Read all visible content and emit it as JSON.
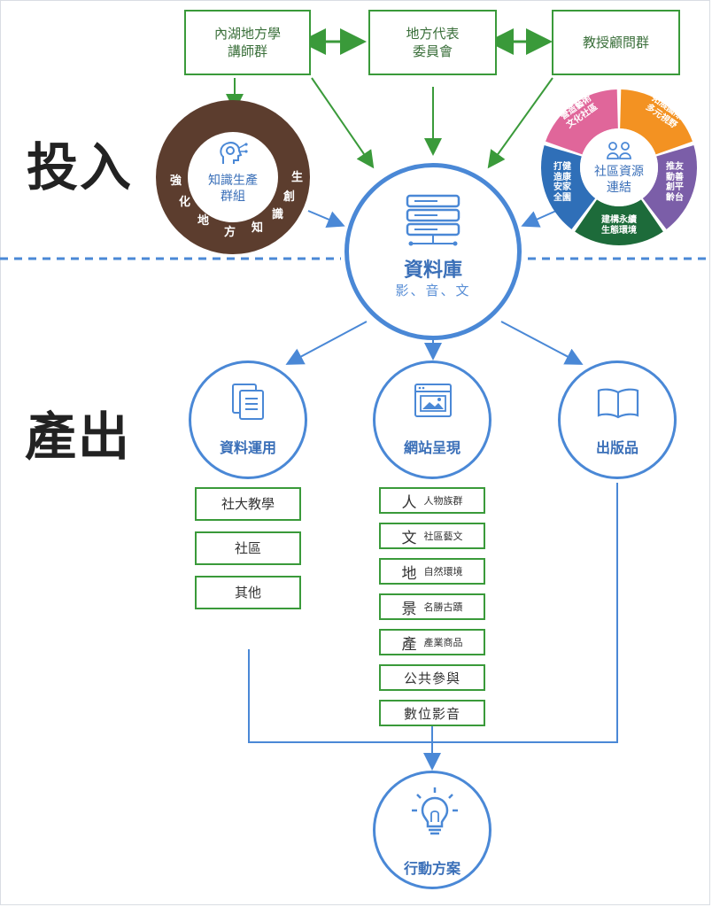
{
  "section_input": "投入",
  "section_output": "產出",
  "top_boxes": [
    {
      "label": "內湖地方學\n講師群"
    },
    {
      "label": "地方代表\n委員會"
    },
    {
      "label": "教授顧問群"
    }
  ],
  "knowledge_ring": {
    "center": "知識生產\n群組",
    "ring_chars": [
      "生",
      "創",
      "識",
      "知",
      "方",
      "地",
      "化",
      "強"
    ]
  },
  "community_ring": {
    "center": "社區資源\n連結",
    "segments": [
      {
        "label": "拓展國際\n多元視野",
        "color": "#f39222"
      },
      {
        "label": "推友\n動善\n創平\n齡台",
        "color": "#7b5ea8"
      },
      {
        "label": "建構永續\n生態環境",
        "color": "#1d6b3a"
      },
      {
        "label": "打健\n造康\n安家\n全園",
        "color": "#2f6fb8"
      },
      {
        "label": "營造藝術\n文化社區",
        "color": "#e0669a"
      }
    ]
  },
  "database": {
    "title": "資料庫",
    "subtitle": "影、音、文"
  },
  "outputs": [
    {
      "label": "資料運用"
    },
    {
      "label": "網站呈現"
    },
    {
      "label": "出版品"
    }
  ],
  "data_usage_items": [
    "社大教學",
    "社區",
    "其他"
  ],
  "website_items": [
    {
      "big": "人",
      "small": "人物族群"
    },
    {
      "big": "文",
      "small": "社區藝文"
    },
    {
      "big": "地",
      "small": "自然環境"
    },
    {
      "big": "景",
      "small": "名勝古蹟"
    },
    {
      "big": "產",
      "small": "產業商品"
    },
    {
      "full": "公共參與"
    },
    {
      "full": "數位影音"
    }
  ],
  "action": {
    "label": "行動方案"
  },
  "colors": {
    "green": "#3a9a3a",
    "blue": "#4a88d6",
    "brown": "#5c3d2e"
  }
}
